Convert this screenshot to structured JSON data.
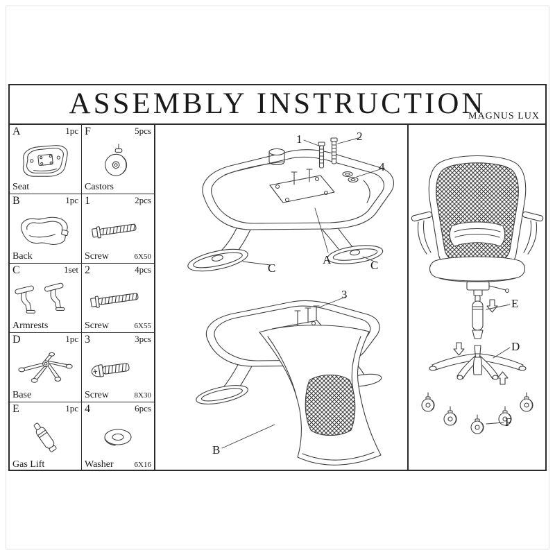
{
  "title": "ASSEMBLY INSTRUCTION",
  "model": "MAGNUS LUX",
  "parts": {
    "seat": {
      "id": "A",
      "qty": "1pc",
      "name": "Seat"
    },
    "back": {
      "id": "B",
      "qty": "1pc",
      "name": "Back"
    },
    "armrests": {
      "id": "C",
      "qty": "1set",
      "name": "Armrests"
    },
    "base": {
      "id": "D",
      "qty": "1pc",
      "name": "Base"
    },
    "gaslift": {
      "id": "E",
      "qty": "1pc",
      "name": "Gas Lift"
    },
    "castors": {
      "id": "F",
      "qty": "5pcs",
      "name": "Castors"
    },
    "screw1": {
      "id": "1",
      "qty": "2pcs",
      "name": "Screw",
      "size": "6X50"
    },
    "screw2": {
      "id": "2",
      "qty": "4pcs",
      "name": "Screw",
      "size": "6X55"
    },
    "screw3": {
      "id": "3",
      "qty": "3pcs",
      "name": "Screw",
      "size": "8X30"
    },
    "washer": {
      "id": "4",
      "qty": "6pcs",
      "name": "Washer",
      "size": "6X16"
    }
  },
  "callouts": {
    "top_diagram": {
      "screw1": "1",
      "screw2": "2",
      "washer": "4",
      "seat": "A",
      "leg_left": "C",
      "leg_right": "C"
    },
    "bottom_diagram": {
      "screw3": "3",
      "back": "B"
    },
    "chair_view": {
      "gaslift": "E",
      "base": "D",
      "castor": "F"
    }
  },
  "colors": {
    "line": "#3d3d3d",
    "background": "#ffffff",
    "frame": "#2b2b2b"
  }
}
